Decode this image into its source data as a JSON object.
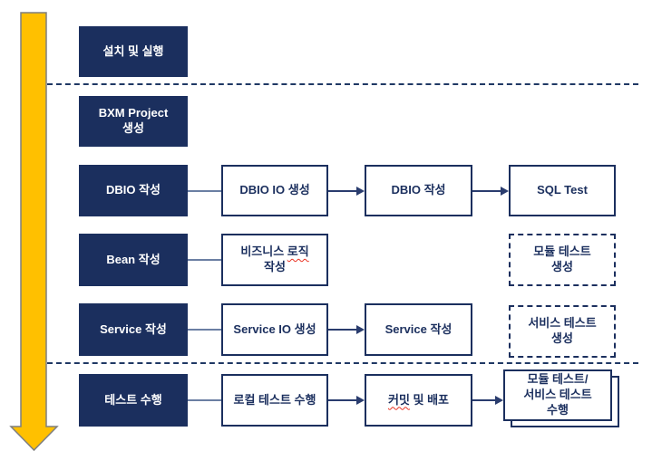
{
  "colors": {
    "navy_fill": "#1B2F5E",
    "outline_border": "#1B2F5E",
    "separator": "#1F3864",
    "plain_connector": "#6B7FA3",
    "arrow_connector": "#2A3C6E",
    "squiggle_red": "#E93323"
  },
  "timeline_arrow": {
    "fill": "#FFC000",
    "stroke": "#7F7F7F"
  },
  "steps": {
    "install": {
      "label": "설치 및 실행"
    },
    "bxm_project": {
      "line1": "BXM Project",
      "line2": "생성"
    },
    "dbio": {
      "label": "DBIO 작성"
    },
    "bean": {
      "label": "Bean 작성"
    },
    "service": {
      "label": "Service 작성"
    },
    "test": {
      "label": "테스트 수행"
    }
  },
  "tasks": {
    "dbio_io_gen": {
      "label": "DBIO IO 생성"
    },
    "dbio_write": {
      "label": "DBIO 작성"
    },
    "sql_test": {
      "label": "SQL Test"
    },
    "biz_logic": {
      "pre": "비즈니스 ",
      "misspelled": "로직",
      "line2": "작성"
    },
    "module_test_gen": {
      "line1": "모듈 테스트",
      "line2": "생성"
    },
    "service_io_gen": {
      "label": "Service IO 생성"
    },
    "service_write": {
      "label": "Service 작성"
    },
    "service_test_gen": {
      "line1": "서비스 테스트",
      "line2": "생성"
    },
    "local_test_run": {
      "label": "로컬 테스트 수행"
    },
    "commit_deploy": {
      "misspelled": "커밋",
      "post": " 및 배포"
    },
    "module_service_test_run": {
      "line1": "모듈 테스트/",
      "line2": "서비스 테스트",
      "line3": "수행"
    }
  }
}
